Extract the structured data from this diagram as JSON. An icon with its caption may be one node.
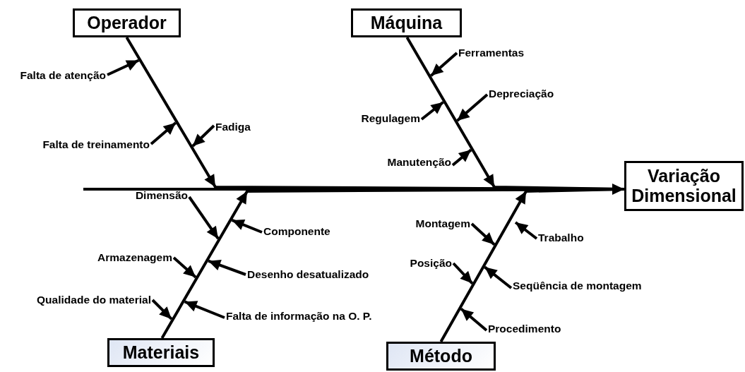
{
  "diagram": {
    "nodes": [
      {
        "text": [
          "Operador"
        ]
      },
      {
        "text": [
          "Máquina"
        ]
      },
      {
        "text": [
          "Materiais"
        ]
      },
      {
        "text": [
          "Método"
        ]
      },
      {
        "text": [
          "Variação Dimensional"
        ]
      },
      {
        "text": [
          "Falta de atenção"
        ]
      },
      {
        "text": [
          "Falta de treinamento"
        ]
      },
      {
        "text": [
          "Fadiga"
        ]
      },
      {
        "text": [
          "Ferramentas"
        ]
      },
      {
        "text": [
          "Depreciação"
        ]
      },
      {
        "text": [
          "Regulagem"
        ]
      },
      {
        "text": [
          "Manutenção"
        ]
      },
      {
        "text": [
          "Dimensão"
        ]
      },
      {
        "text": [
          "Componente"
        ]
      },
      {
        "text": [
          "Armazenagem"
        ]
      },
      {
        "text": [
          "Desenho desatualizado"
        ]
      },
      {
        "text": [
          "Qualidade do material"
        ]
      },
      {
        "text": [
          "Falta de informação na O. P."
        ]
      },
      {
        "text": [
          "Montagem"
        ]
      },
      {
        "text": [
          "Trabalho"
        ]
      },
      {
        "text": [
          "Posição"
        ]
      },
      {
        "text": [
          "Seqüência de montagem"
        ]
      },
      {
        "text": [
          "Procedimento"
        ]
      }
    ],
    "edges": [
      {
        "from": 5,
        "to": null,
        "arrow": "to"
      },
      {
        "from": 6,
        "to": null,
        "arrow": "to"
      },
      {
        "from": 7,
        "to": null,
        "arrow": "to"
      },
      {
        "from": 8,
        "to": null,
        "arrow": "to"
      },
      {
        "from": 9,
        "to": null,
        "arrow": "to"
      },
      {
        "from": 10,
        "to": null,
        "arrow": "to"
      },
      {
        "from": 11,
        "to": null,
        "arrow": "to"
      },
      {
        "from": 12,
        "to": null,
        "arrow": "to"
      },
      {
        "from": 13,
        "to": null,
        "arrow": "to"
      },
      {
        "from": 14,
        "to": null,
        "arrow": "to"
      },
      {
        "from": 15,
        "to": null,
        "arrow": "to"
      },
      {
        "from": 16,
        "to": null,
        "arrow": "to"
      },
      {
        "from": 17,
        "to": null,
        "arrow": "to"
      },
      {
        "from": 18,
        "to": null,
        "arrow": "to"
      },
      {
        "from": 19,
        "to": null,
        "arrow": "to"
      },
      {
        "from": 20,
        "to": null,
        "arrow": "to"
      },
      {
        "from": 21,
        "to": null,
        "arrow": "to"
      },
      {
        "from": 22,
        "to": null,
        "arrow": "to"
      },
      {
        "from": 0,
        "to": 4,
        "arrow": "to"
      },
      {
        "from": 1,
        "to": 4,
        "arrow": "to"
      },
      {
        "from": 2,
        "to": 4,
        "arrow": "to"
      },
      {
        "from": 3,
        "to": 4,
        "arrow": "to"
      },
      {
        "from": null,
        "to": 4,
        "arrow": "to"
      }
    ]
  }
}
